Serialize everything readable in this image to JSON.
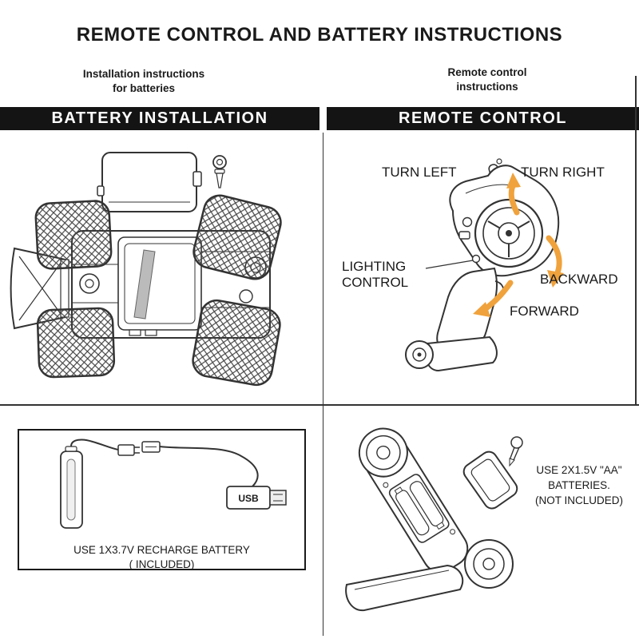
{
  "title": "REMOTE CONTROL AND BATTERY INSTRUCTIONS",
  "left": {
    "subtitle": "Installation instructions\nfor batteries",
    "header": "BATTERY INSTALLATION",
    "battery_box": {
      "usb_label": "USB",
      "caption_line1": "USE 1X3.7V RECHARGE BATTERY",
      "caption_line2": "( INCLUDED)"
    }
  },
  "right": {
    "subtitle": "Remote control\ninstructions",
    "header": "REMOTE CONTROL",
    "labels": {
      "turn_left": "TURN LEFT",
      "turn_right": "TURN RIGHT",
      "lighting_control": "LIGHTING\nCONTROL",
      "backward": "BACKWARD",
      "forward": "FORWARD"
    },
    "aa_caption": "USE 2X1.5V \"AA\"\nBATTERIES.\n(NOT INCLUDED)"
  },
  "colors": {
    "arrow": "#F0A23C",
    "header_bg": "#141414",
    "header_text": "#FFFFFF"
  }
}
